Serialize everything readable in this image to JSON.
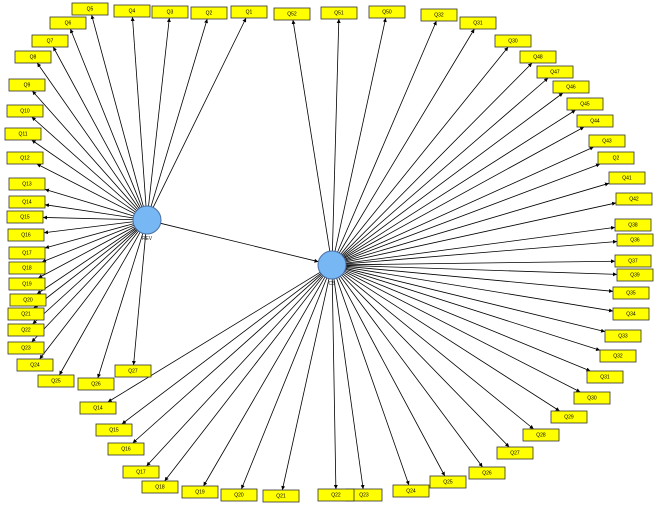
{
  "diagram": {
    "nodes": [
      {
        "id": "A",
        "label": "REV"
      },
      {
        "id": "B",
        "label": "CS"
      }
    ],
    "indicators": [
      {
        "label": "Q1",
        "node": "A"
      },
      {
        "label": "Q2",
        "node": "A"
      },
      {
        "label": "Q3",
        "node": "A"
      },
      {
        "label": "Q4",
        "node": "A"
      },
      {
        "label": "Q5",
        "node": "A"
      },
      {
        "label": "Q6",
        "node": "A"
      },
      {
        "label": "Q7",
        "node": "A"
      },
      {
        "label": "Q8",
        "node": "A"
      },
      {
        "label": "Q9",
        "node": "A"
      },
      {
        "label": "Q10",
        "node": "A"
      },
      {
        "label": "Q11",
        "node": "A"
      },
      {
        "label": "Q12",
        "node": "A"
      },
      {
        "label": "Q13",
        "node": "A"
      },
      {
        "label": "Q14",
        "node": "A"
      },
      {
        "label": "Q15",
        "node": "A"
      },
      {
        "label": "Q16",
        "node": "A"
      },
      {
        "label": "Q17",
        "node": "A"
      },
      {
        "label": "Q18",
        "node": "A"
      },
      {
        "label": "Q19",
        "node": "A"
      },
      {
        "label": "Q20",
        "node": "A"
      },
      {
        "label": "Q21",
        "node": "A"
      },
      {
        "label": "Q22",
        "node": "A"
      },
      {
        "label": "Q23",
        "node": "A"
      },
      {
        "label": "Q24",
        "node": "A"
      },
      {
        "label": "Q25",
        "node": "A"
      },
      {
        "label": "Q26",
        "node": "A"
      },
      {
        "label": "Q27",
        "node": "A"
      },
      {
        "label": "Q52",
        "node": "B"
      },
      {
        "label": "Q51",
        "node": "B"
      },
      {
        "label": "Q50",
        "node": "B"
      },
      {
        "label": "Q32",
        "node": "B"
      },
      {
        "label": "Q31",
        "node": "B"
      },
      {
        "label": "Q30",
        "node": "B"
      },
      {
        "label": "Q48",
        "node": "B"
      },
      {
        "label": "Q47",
        "node": "B"
      },
      {
        "label": "Q46",
        "node": "B"
      },
      {
        "label": "Q45",
        "node": "B"
      },
      {
        "label": "Q44",
        "node": "B"
      },
      {
        "label": "Q43",
        "node": "B"
      },
      {
        "label": "Q2",
        "node": "B"
      },
      {
        "label": "Q41",
        "node": "B"
      },
      {
        "label": "Q42",
        "node": "B"
      },
      {
        "label": "Q38",
        "node": "B"
      },
      {
        "label": "Q36",
        "node": "B"
      },
      {
        "label": "Q37",
        "node": "B"
      },
      {
        "label": "Q39",
        "node": "B"
      },
      {
        "label": "Q35",
        "node": "B"
      },
      {
        "label": "Q34",
        "node": "B"
      },
      {
        "label": "Q33",
        "node": "B"
      },
      {
        "label": "Q32",
        "node": "B"
      },
      {
        "label": "Q31",
        "node": "B"
      },
      {
        "label": "Q30",
        "node": "B"
      },
      {
        "label": "Q29",
        "node": "B"
      },
      {
        "label": "Q28",
        "node": "B"
      },
      {
        "label": "Q27",
        "node": "B"
      },
      {
        "label": "Q26",
        "node": "B"
      },
      {
        "label": "Q25",
        "node": "B"
      },
      {
        "label": "Q24",
        "node": "B"
      },
      {
        "label": "Q23",
        "node": "B"
      },
      {
        "label": "Q22",
        "node": "B"
      },
      {
        "label": "Q21",
        "node": "B"
      },
      {
        "label": "Q20",
        "node": "B"
      },
      {
        "label": "Q19",
        "node": "B"
      },
      {
        "label": "Q18",
        "node": "B"
      },
      {
        "label": "Q17",
        "node": "B"
      },
      {
        "label": "Q16",
        "node": "B"
      },
      {
        "label": "Q15",
        "node": "B"
      },
      {
        "label": "Q14",
        "node": "B"
      }
    ],
    "colors": {
      "box_fill": "#ffff00",
      "node_fill": "#77b7f3",
      "edge": "#000000"
    }
  }
}
